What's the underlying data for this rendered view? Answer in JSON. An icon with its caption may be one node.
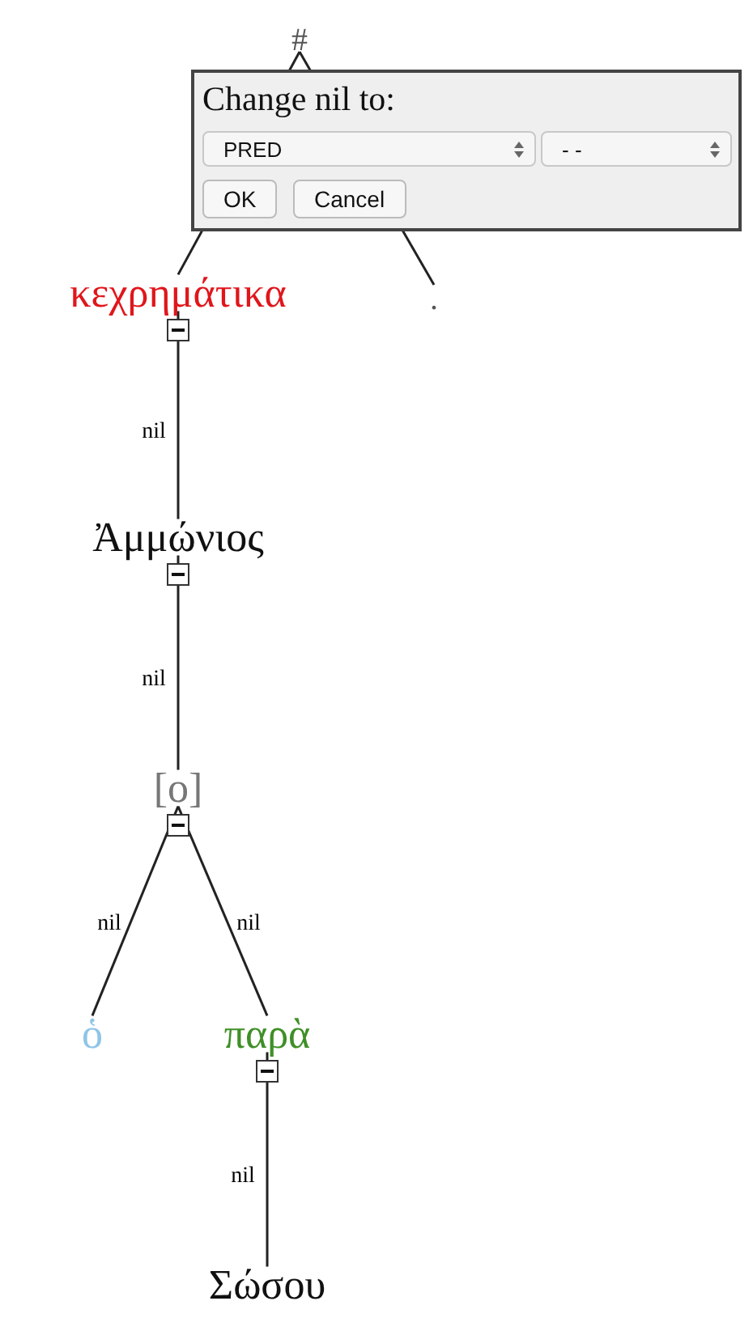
{
  "diagram": {
    "nodes": [
      {
        "text": [
          "#"
        ]
      },
      {
        "text": [
          "κεχρημάτικα"
        ]
      },
      {
        "text": [
          "."
        ]
      },
      {
        "text": [
          "Ἀμμώνιος"
        ]
      },
      {
        "text": [
          "[ο]"
        ]
      },
      {
        "text": [
          "ὁ"
        ]
      },
      {
        "text": [
          "παρὰ"
        ]
      },
      {
        "text": [
          "Σώσου"
        ]
      }
    ],
    "edges": [
      {
        "from": 0,
        "to": 1,
        "arrow": "none"
      },
      {
        "from": 0,
        "to": 2,
        "arrow": "none"
      },
      {
        "from": 1,
        "to": 3,
        "arrow": "none",
        "label": "nil"
      },
      {
        "from": 3,
        "to": 4,
        "arrow": "none",
        "label": "nil"
      },
      {
        "from": 4,
        "to": 5,
        "arrow": "none",
        "label": "nil"
      },
      {
        "from": 4,
        "to": 6,
        "arrow": "none",
        "label": "nil"
      },
      {
        "from": 6,
        "to": 7,
        "arrow": "none",
        "label": "nil"
      }
    ],
    "labels": [
      "Change nil to:",
      "PRED",
      "- -",
      "OK",
      "Cancel"
    ]
  }
}
